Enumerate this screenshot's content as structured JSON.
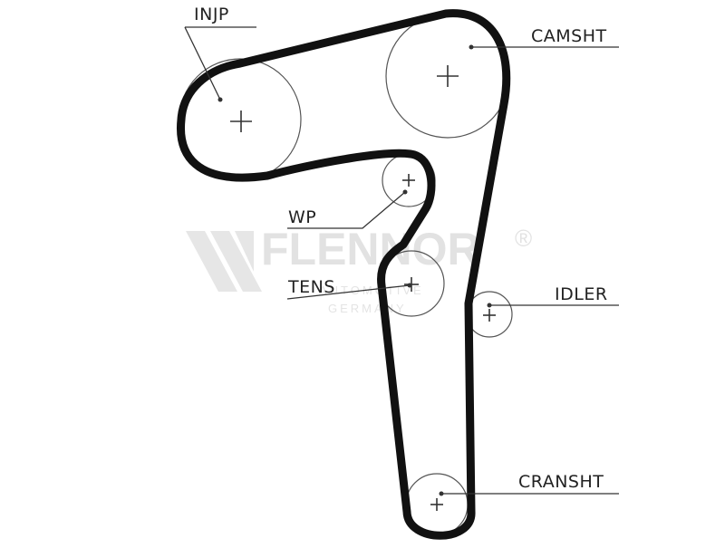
{
  "diagram": {
    "labels": {
      "injp": "INJP",
      "camsht": "CAMSHT",
      "wp": "WP",
      "tens": "TENS",
      "idler": "IDLER",
      "cransht": "CRANSHT"
    },
    "watermark": {
      "brand": "FLENNOR",
      "registered": "®",
      "subline_1": "AUTOMOTIVE",
      "subline_2": "GERMANY"
    },
    "colors": {
      "belt": "#111111",
      "pulley_outline": "#555555",
      "watermark": "#e2e2e2"
    }
  }
}
